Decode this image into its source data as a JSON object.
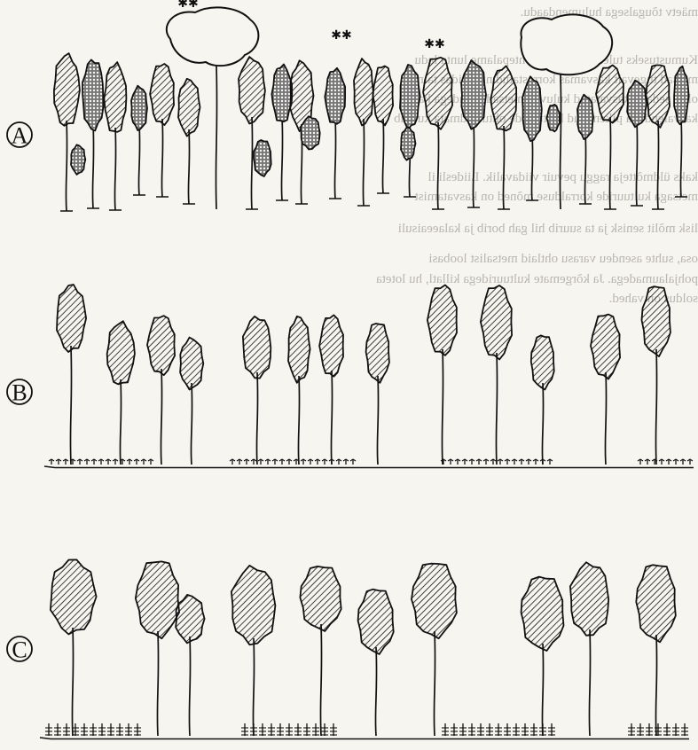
{
  "figure": {
    "background": "#f7f5f0",
    "ink": "#111111",
    "panels": [
      {
        "id": "A",
        "label": "A",
        "description_name": "dense-canopy-forest"
      },
      {
        "id": "B",
        "label": "B",
        "description_name": "thinned-forest-with-seedlings"
      },
      {
        "id": "C",
        "label": "C",
        "description_name": "open-forest-with-regeneration"
      }
    ],
    "bleed_through_text": [
      "mäetv tõugalsega hulumendaadu.",
      "Kumustuseks tuleb sotaseisuta ohtepalame lunta ladu",
      "metsad tugevalt kasvamas korrastatud nii kuidas taimed",
      "oksa seda ja kasvatatud kuluvad metsad ohtudega kandl",
      "kasvalende ja pikenenud kultuuride ohtuteadmata kuulub",
      "kaks üldmõtteja raggu pevuir viidavalik. Liidesli il",
      "metsaga kultuuride korralduse mõned on kasvatamist",
      "lisk mõlit senisk ja ta suurib hil gah borib ja kalaeeaisuli",
      "osa, suhte asendeu varasu ohtlaid metsalist loobasi",
      "pohjalaumadega. Ja kõrgemate kultuuridega killatl, hu loteta",
      "soldus on vahed."
    ]
  }
}
